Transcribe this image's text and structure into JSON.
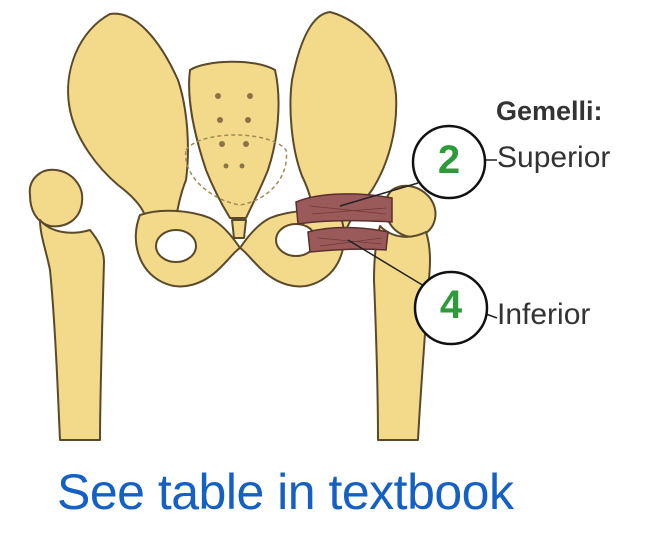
{
  "labels": {
    "heading": "Gemelli:",
    "superior": "Superior",
    "inferior": "Inferior",
    "number_superior": "2",
    "number_inferior": "4"
  },
  "caption": "See table in textbook",
  "colors": {
    "bone": "#f3d98a",
    "bone_outline": "#5a4a2a",
    "muscle": "#9b5a5a",
    "badge_outline": "#111111",
    "number": "#2e9b3b",
    "caption": "#1560c4"
  }
}
